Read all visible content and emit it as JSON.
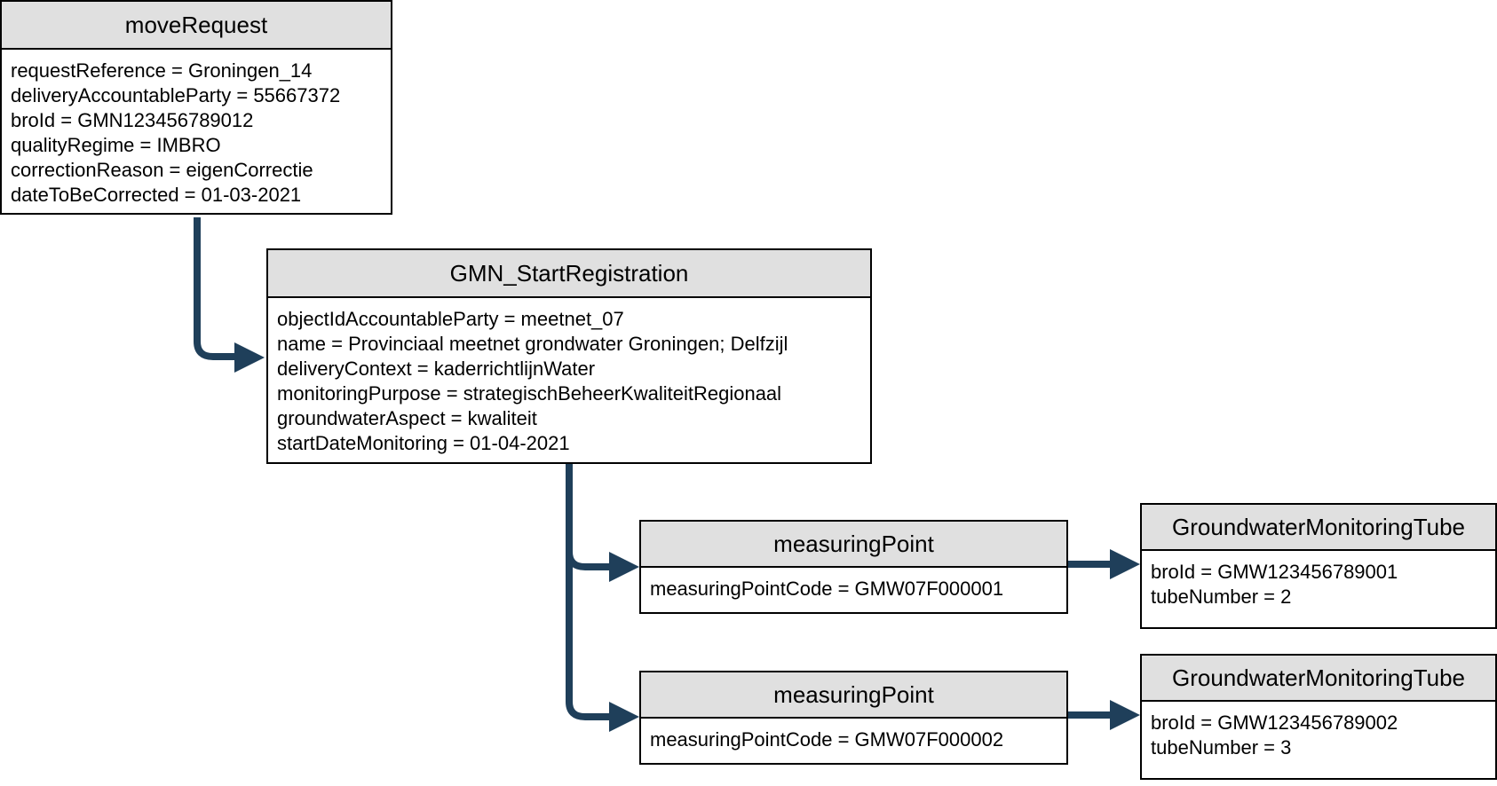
{
  "colors": {
    "connector": "#1f3f5a",
    "header_fill": "#e0e0e0",
    "border": "#000000"
  },
  "move_request": {
    "title": "moveRequest",
    "attributes": [
      "requestReference = Groningen_14",
      "deliveryAccountableParty = 55667372",
      "broId = GMN123456789012",
      "qualityRegime = IMBRO",
      "correctionReason = eigenCorrectie",
      "dateToBeCorrected = 01-03-2021"
    ]
  },
  "start_registration": {
    "title": "GMN_StartRegistration",
    "attributes": [
      "objectIdAccountableParty = meetnet_07",
      "name = Provinciaal meetnet grondwater Groningen; Delfzijl",
      "deliveryContext = kaderrichtlijnWater",
      "monitoringPurpose = strategischBeheerKwaliteitRegionaal",
      "groundwaterAspect = kwaliteit",
      "startDateMonitoring = 01-04-2021"
    ]
  },
  "measuring_points": [
    {
      "title": "measuringPoint",
      "attributes": [
        "measuringPointCode = GMW07F000001"
      ]
    },
    {
      "title": "measuringPoint",
      "attributes": [
        "measuringPointCode = GMW07F000002"
      ]
    }
  ],
  "tubes": [
    {
      "title": "GroundwaterMonitoringTube",
      "attributes": [
        "broId = GMW123456789001",
        "tubeNumber = 2"
      ]
    },
    {
      "title": "GroundwaterMonitoringTube",
      "attributes": [
        "broId = GMW123456789002",
        "tubeNumber = 3"
      ]
    }
  ]
}
